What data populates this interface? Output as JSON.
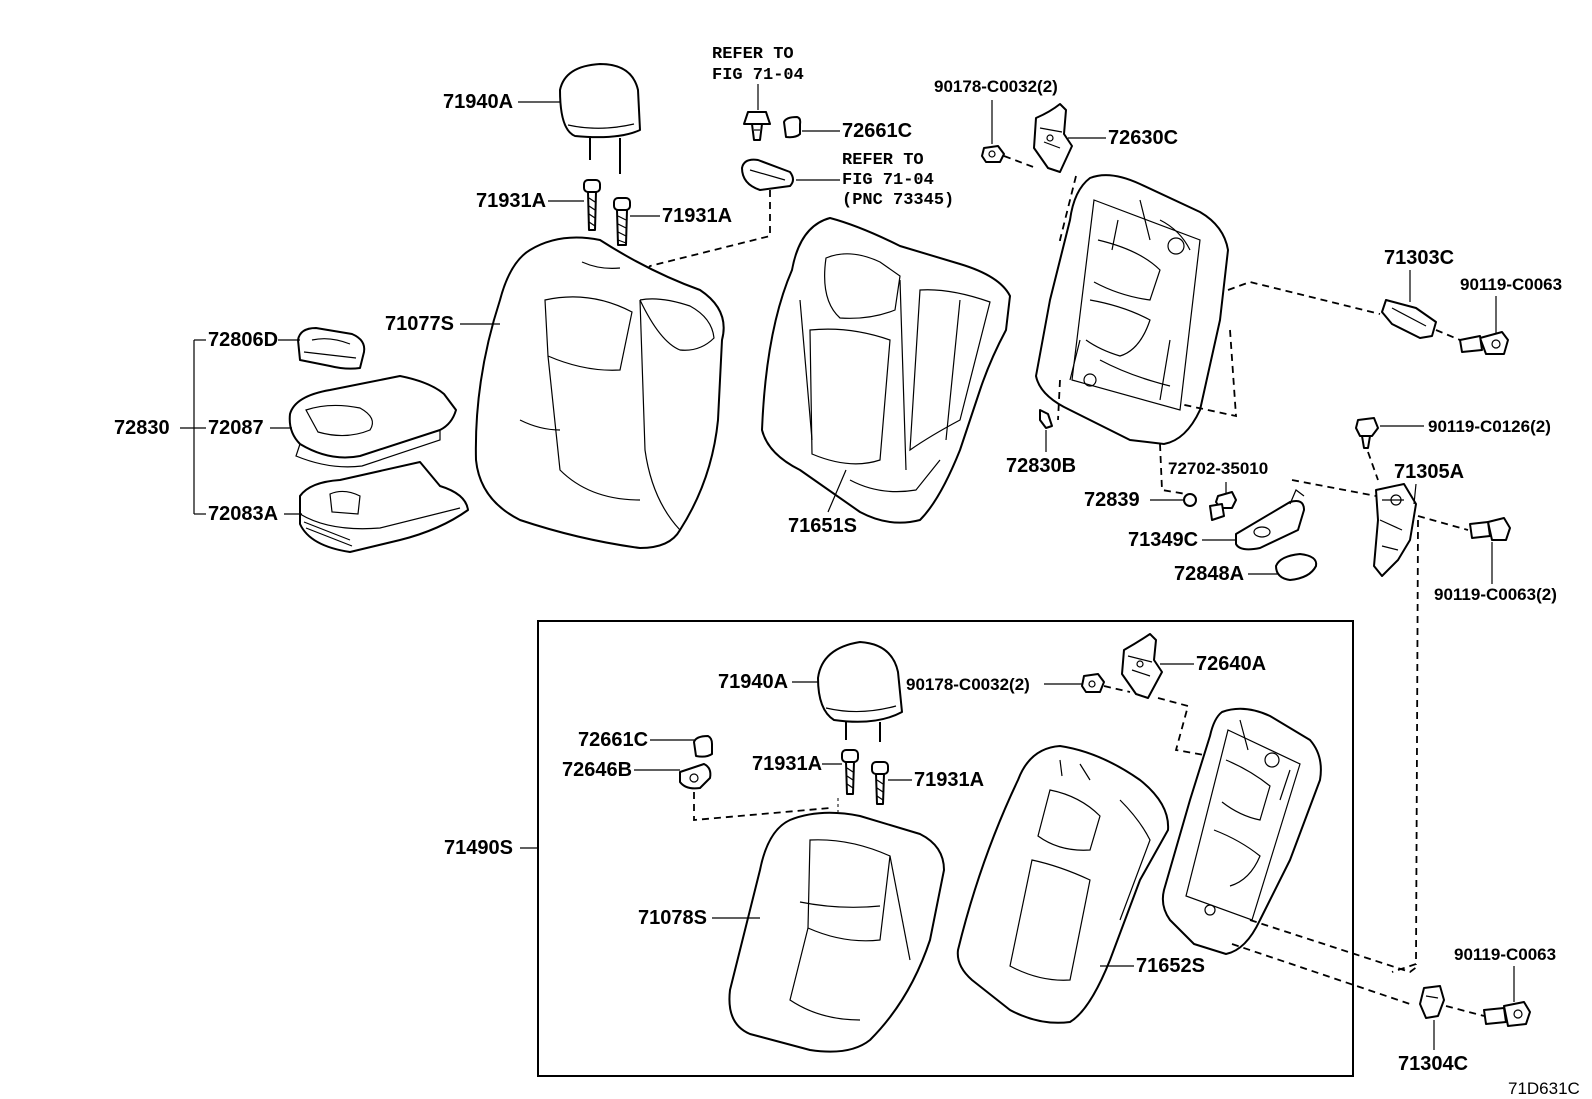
{
  "diagram_code": "71D631C",
  "references": {
    "top": [
      "REFER TO",
      "FIG 71-04"
    ],
    "middle": [
      "REFER TO",
      "FIG 71-04",
      "(PNC 73345)"
    ]
  },
  "parts": {
    "headrest_top": "71940A",
    "headrest_pin_left_top": "71931A",
    "headrest_pin_right_top": "71931A",
    "cap_top": "72661C",
    "bolt_cover_left": "90178-C0032(2)",
    "bracket_72630c": "72630C",
    "seat_cover_back_top": "71077S",
    "armrest_cup": "72806D",
    "armrest_group": "72830",
    "armrest_top": "72087",
    "armrest_bottom": "72083A",
    "back_pad_top": "71651S",
    "frame_bracket_72830b": "72830B",
    "hinge_71303c": "71303C",
    "bolt_90119_c0063_a": "90119-C0063",
    "bolt_90119_c0126": "90119-C0126(2)",
    "bracket_71305a": "71305A",
    "bolt_72702": "72702-35010",
    "plug_72839": "72839",
    "plate_71349c": "71349C",
    "cap_72848a": "72848A",
    "bolt_90119_c0063_2": "90119-C0063(2)",
    "headrest_bottom": "71940A",
    "bolt_cover_right": "90178-C0032(2)",
    "bracket_72640a": "72640A",
    "cap_bottom": "72661C",
    "guide_72646b": "72646B",
    "headrest_pin_left_bottom": "71931A",
    "headrest_pin_right_bottom": "71931A",
    "seat_back_assy": "71490S",
    "seat_cover_back_bottom": "71078S",
    "back_pad_bottom": "71652S",
    "bolt_90119_c0063_b": "90119-C0063",
    "hinge_71304c": "71304C"
  }
}
